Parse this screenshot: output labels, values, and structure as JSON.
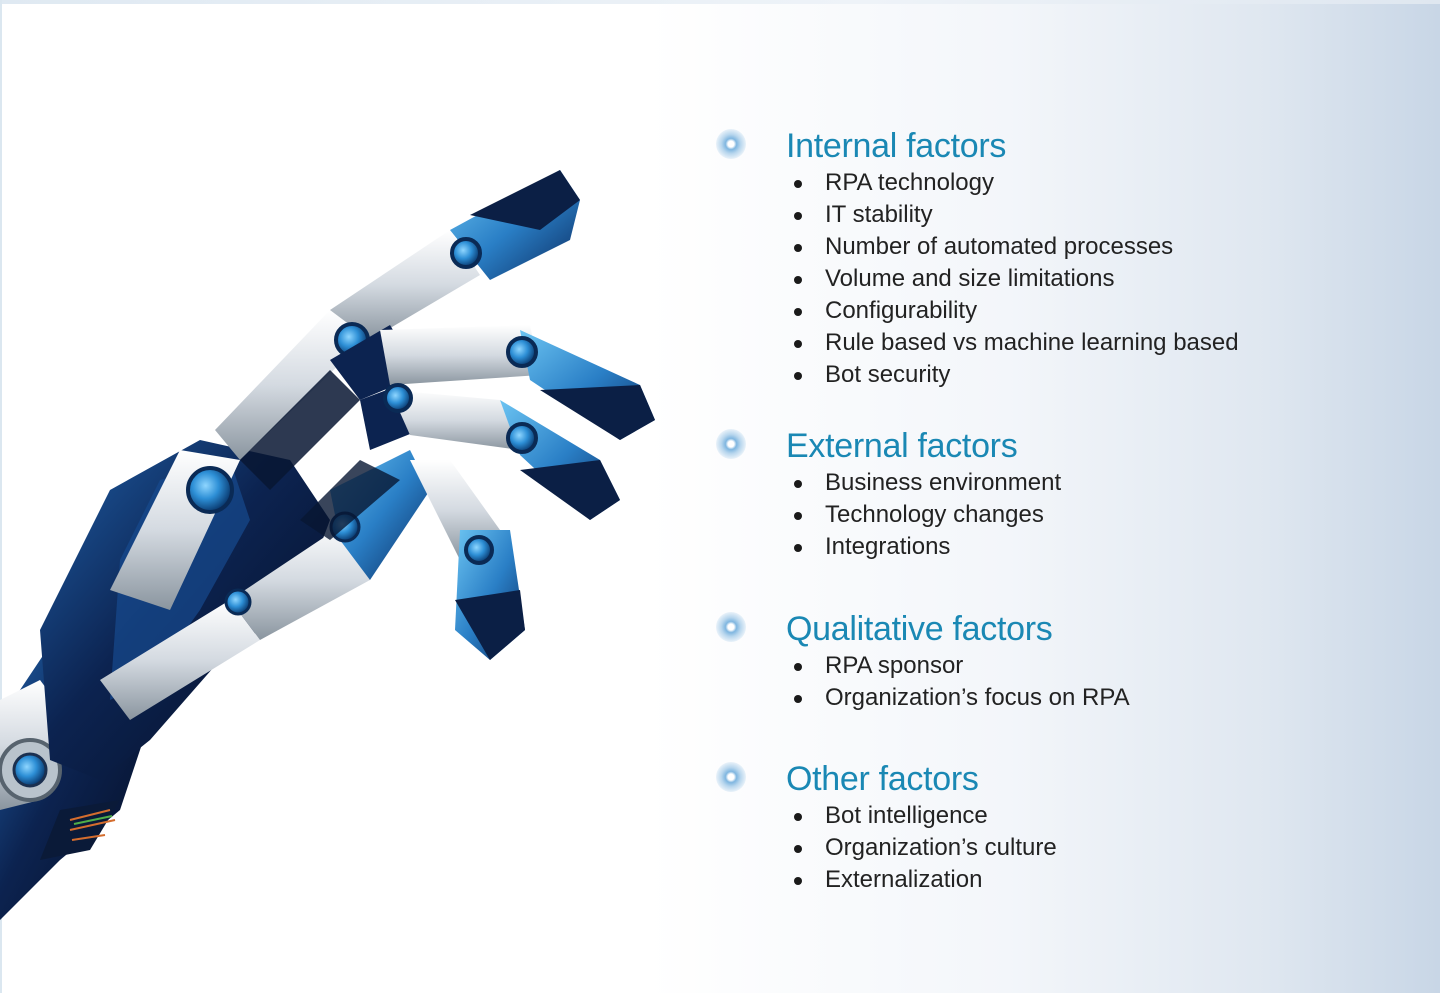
{
  "colors": {
    "heading": "#1a88b4",
    "text": "#222222",
    "bullet_glow": "#7fb6e0",
    "hand_dark": "#0b1b3a",
    "hand_blue": "#2e8fd8",
    "hand_silver": "#cfd6de"
  },
  "illustration": {
    "icon": "robotic-hand-icon"
  },
  "groups": [
    {
      "title": "Internal factors",
      "items": [
        "RPA technology",
        "IT stability",
        "Number of automated processes",
        "Volume and size limitations",
        "Configurability",
        "Rule based vs machine learning based",
        "Bot security"
      ]
    },
    {
      "title": "External factors",
      "items": [
        "Business environment",
        "Technology changes",
        "Integrations"
      ]
    },
    {
      "title": "Qualitative factors",
      "items": [
        "RPA sponsor",
        "Organization’s focus on RPA"
      ]
    },
    {
      "title": "Other factors",
      "items": [
        "Bot intelligence",
        "Organization’s culture",
        "Externalization"
      ]
    }
  ]
}
